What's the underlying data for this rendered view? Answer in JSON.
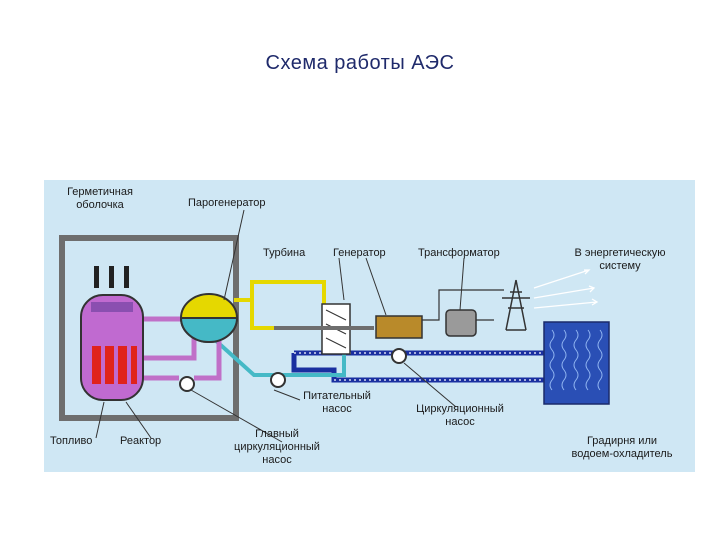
{
  "title": "Схема работы АЭС",
  "labels": {
    "containment_1": "Герметичная",
    "containment_2": "оболочка",
    "steam_generator": "Парогенератор",
    "turbine": "Турбина",
    "generator": "Генератор",
    "transformer": "Трансформатор",
    "grid_1": "В энергетическую",
    "grid_2": "систему",
    "feed_pump_1": "Питательный",
    "feed_pump_2": "насос",
    "circ_pump_1": "Циркуляционный",
    "circ_pump_2": "насос",
    "fuel": "Топливо",
    "reactor": "Реактор",
    "main_pump_1": "Главный",
    "main_pump_2": "циркуляционный",
    "main_pump_3": "насос",
    "cooling_1": "Градирня или",
    "cooling_2": "водоем-охладитель"
  },
  "colors": {
    "panel": "#cfe7f4",
    "reactor_body": "#c06ad0",
    "fuel_rods": "#e0231c",
    "steam": "#e5d800",
    "primary_loop": "#c070c8",
    "secondary_loop": "#45b9c6",
    "cooling_loop": "#1a2fa0",
    "cooling_tower": "#2a4fb5"
  }
}
